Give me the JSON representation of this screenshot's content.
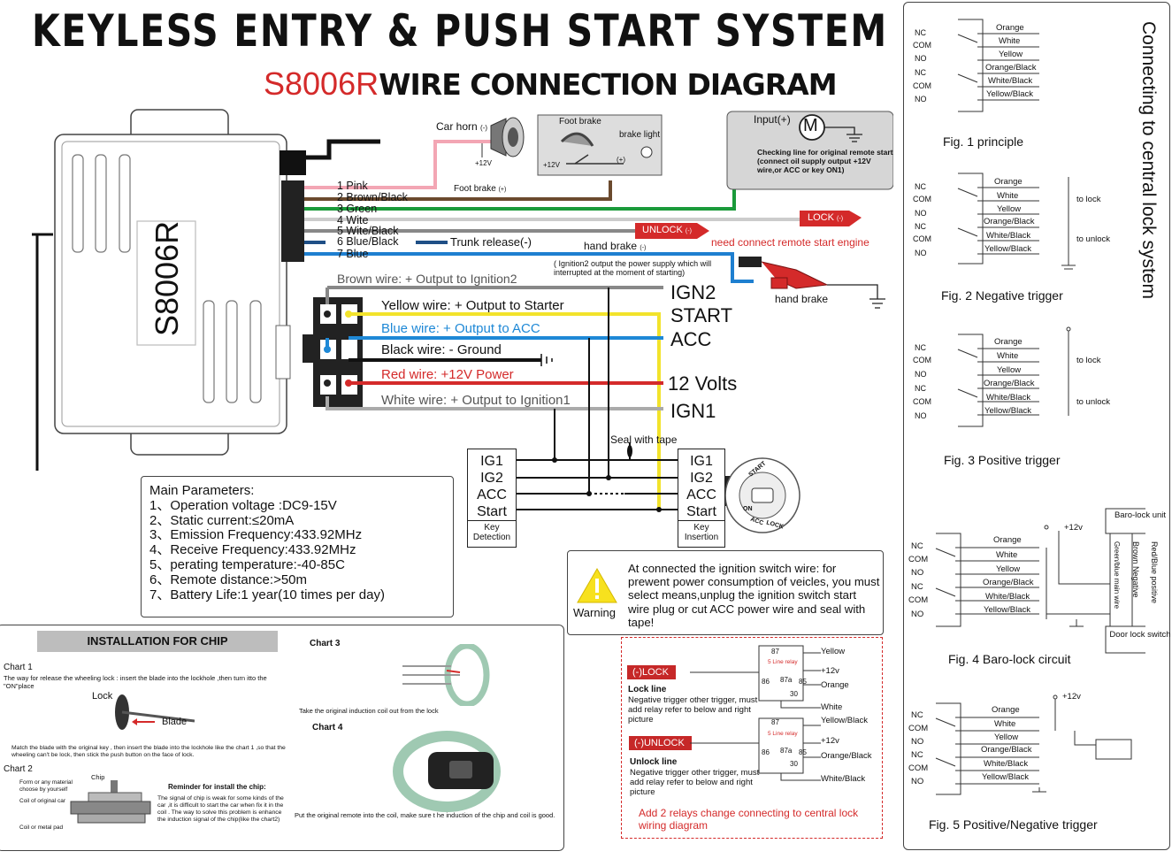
{
  "header": {
    "title": "KEYLESS ENTRY & PUSH START SYSTEM",
    "model": "S8006R",
    "subtitle": "WIRE CONNECTION DIAGRAM",
    "side_title": "Connecting to central lock system"
  },
  "module": {
    "label": "S8006R",
    "wires": [
      {
        "label": "1 Pink",
        "color": "#f3a6b4"
      },
      {
        "label": "2 Brown/Black",
        "color": "#6b4a2e"
      },
      {
        "label": "3 Green",
        "color": "#1a9a3a"
      },
      {
        "label": "4 Wite",
        "color": "#cccccc"
      },
      {
        "label": "5 Wite/Black",
        "color": "#888888"
      },
      {
        "label": "6 Blue/Black",
        "color": "#1f4f86"
      },
      {
        "label": "7 Blue",
        "color": "#1e7fd0"
      }
    ]
  },
  "top_wiring": {
    "car_horn": "Car horn",
    "horn_minus": "(-)",
    "horn_plus12": "+12V",
    "foot_brake_box": "Foot brake",
    "brake_light": "brake light",
    "brake_plus12": "+12V",
    "brake_plus": "(+)",
    "foot_brake_plus": "Foot brake",
    "foot_brake_sign": "(+)",
    "input_plus": "Input(+)",
    "motor": "M",
    "checking_line": "Checking line for original remote start (connect oil supply output +12V wire,or ACC or key ON1)",
    "unlock": "UNLOCK",
    "unlock_sign": "(-)",
    "lock": "LOCK",
    "lock_sign": "(-)",
    "trunk_release": "Trunk release(-)",
    "hand_brake_wire": "hand brake",
    "hand_brake_sign": "(-)",
    "need_remote": "need connect remote start engine",
    "hand_brake": "hand brake"
  },
  "connector": {
    "brown_wire": "Brown wire: + Output to Ignition2",
    "ign2_note": "( Ignition2 output the power supply which will interrupted at the moment of starting)",
    "rows": [
      {
        "label": "Yellow wire: + Output to Starter",
        "terminal": "START",
        "color": "#f2e32b",
        "text_color": "#111111"
      },
      {
        "label": "Blue wire: + Output to ACC",
        "terminal": "ACC",
        "color": "#1e88d6",
        "text_color": "#1e88d6"
      },
      {
        "label": "Black wire: - Ground",
        "terminal": "",
        "color": "#111111",
        "text_color": "#111111"
      },
      {
        "label": "Red wire: +12V Power",
        "terminal": "12 Volts",
        "color": "#d42a2a",
        "text_color": "#d42a2a"
      },
      {
        "label": "White wire: + Output to Ignition1",
        "terminal": "IGN1",
        "color": "#aaaaaa",
        "text_color": "#555555"
      }
    ],
    "ign2": "IGN2",
    "seal": "Seal with tape"
  },
  "ignition": {
    "left": [
      "IG1",
      "IG2",
      "ACC",
      "Start"
    ],
    "left_caption": "Key Detection",
    "right": [
      "IG1",
      "IG2",
      "ACC",
      "Start"
    ],
    "right_caption": "Key Insertion",
    "switch_labels": [
      "START",
      "ON",
      "ACC",
      "LOCK"
    ]
  },
  "parameters": {
    "title": "Main Parameters:",
    "items": [
      "1、Operation voltage :DC9-15V",
      "2、Static current:≤20mA",
      "3、Emission Frequency:433.92MHz",
      "4、Receive Frequency:433.92MHz",
      "5、perating temperature:-40-85C",
      "6、Remote distance:>50m",
      "7、Battery Life:1 year(10 times per day)"
    ]
  },
  "warning": {
    "label": "Warning",
    "text": "At connected the ignition switch wire: for prewent power consumption of veicles, you must select means,unplug the ignition switch start wire plug or cut ACC power wire and seal with tape!"
  },
  "chip": {
    "title": "INSTALLATION FOR CHIP",
    "chart1": "Chart 1",
    "chart1_text": "The way for release the wheeling lock : insert the blade into the lockhole ,then turn itto the \"ON\"place",
    "lock": "Lock",
    "blade": "Blade",
    "match_text": "Match the blade with the original key , then insert the blade into the lockhole like the chart 1 ,so that the wheeling can't be lock, then stick the push button on the face of lock.",
    "chart2": "Chart 2",
    "chip": "Chip",
    "form_material": "Form or any material choose by yourself",
    "coil_original": "Coil of original car",
    "coil_metal": "Coil or metal pad",
    "reminder_title": "Reminder for install the chip:",
    "reminder_text": "The signal of chip is weak for some kinds of the car ,it is difficult to start the car when fix it in the coil . The way to solve this problem is enhance the induction signal of the chip(like the chart2)",
    "chart3": "Chart 3",
    "chart3_text": "Take the original induction coil  out from the lock",
    "chart4": "Chart 4",
    "chart4_text": "Put the original remote into the coil, make sure t he induction of the chip and coil is good."
  },
  "relays": {
    "lock_tag": "(-)LOCK",
    "lock_title": "Lock line",
    "lock_text": "Negative trigger other trigger, must add relay refer to below and right picture",
    "unlock_tag": "(-)UNLOCK",
    "unlock_title": "Unlock line",
    "unlock_text": "Negative trigger other trigger, must add relay refer to below and right picture",
    "relay_label": "5 Line relay",
    "pins": [
      "87",
      "87a",
      "86",
      "85",
      "30"
    ],
    "r1_out": [
      "Yellow",
      "+12v",
      "Orange",
      "White"
    ],
    "r2_out": [
      "Yellow/Black",
      "+12v",
      "Orange/Black",
      "White/Black"
    ],
    "caption": "Add 2 relays change connecting to central lock wiring diagram"
  },
  "figures": {
    "pins": [
      "NC",
      "COM",
      "NO",
      "NC",
      "COM",
      "NO"
    ],
    "wires": [
      "Orange",
      "White",
      "Yellow",
      "Orange/Black",
      "White/Black",
      "Yellow/Black"
    ],
    "fig1": "Fig. 1  principle",
    "fig2": "Fig. 2  Negative trigger",
    "fig3": "Fig. 3  Positive trigger",
    "fig4": "Fig. 4  Baro-lock circuit",
    "fig5": "Fig. 5  Positive/Negative trigger",
    "to_lock": "to lock",
    "to_unlock": "to unlock",
    "plus12v": "+12v",
    "baro_unit": "Baro-lock unit",
    "door_switch": "Door lock switch",
    "baro_wires": [
      "Green/blue  main wire",
      "Brown  Negative",
      "Red/Blue  positive"
    ]
  }
}
